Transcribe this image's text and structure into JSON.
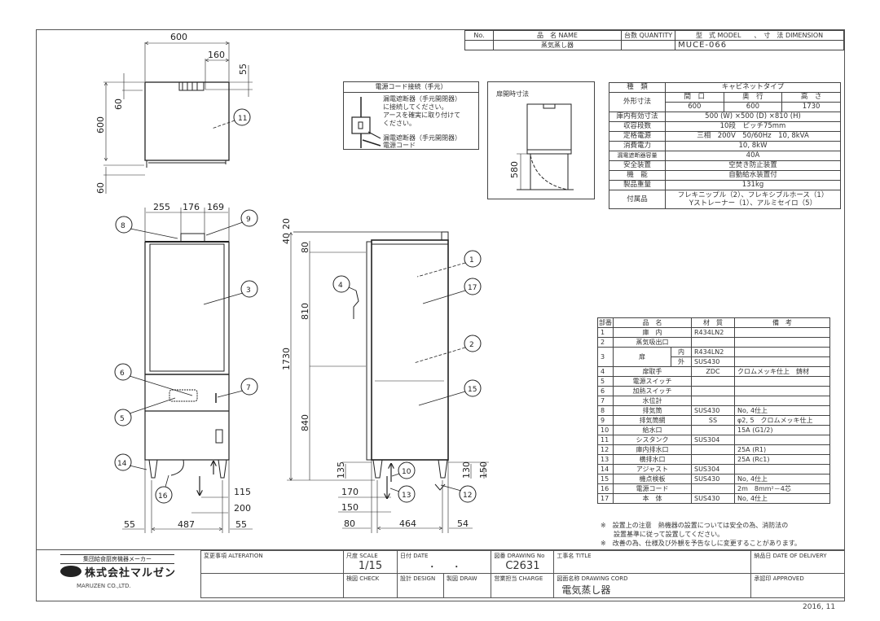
{
  "header": {
    "col_no": "No.",
    "col_name": "品　名 NAME",
    "col_qty": "台数 QUANTITY",
    "col_model": "型　式 MODEL　　、　寸　法 DIMENSION",
    "row_no": "",
    "row_name": "蒸気蒸し器",
    "row_qty": "",
    "row_model": "MUCE-066"
  },
  "power_cord_box": {
    "title": "電源コード接続（手元）",
    "line1": "漏電遮断器（手元開閉器）",
    "line2": "に接続してください。",
    "line3": "アースを確実に取り付けて",
    "line4": "ください。",
    "label_breaker": "漏電遮断器（手元開閉器）",
    "label_cord": "電源コード"
  },
  "door_open_box": {
    "title": "扉開時寸法",
    "dim": "580"
  },
  "spec_table": {
    "rows": [
      {
        "label": "種　類",
        "value": "キャビネットタイプ"
      },
      {
        "label": "外形寸法",
        "sub_headers": [
          "間　口",
          "奥　行",
          "高　さ"
        ],
        "sub_values": [
          "600",
          "600",
          "1730"
        ]
      },
      {
        "label": "庫内有効寸法",
        "value": "500 (W) ×500 (D) ×810 (H)"
      },
      {
        "label": "収容段数",
        "value": "10段　ピッチ75mm"
      },
      {
        "label": "定格電源",
        "value": "三相　200V　50/60Hz　10, 8kVA"
      },
      {
        "label": "消費電力",
        "value": "10, 8kW"
      },
      {
        "label": "漏電遮断器容量",
        "value": "40A"
      },
      {
        "label": "安全装置",
        "value": "空焚き防止装置"
      },
      {
        "label": "機　能",
        "value": "自動給水装置付"
      },
      {
        "label": "製品重量",
        "value": "131kg"
      },
      {
        "label": "付属品",
        "value": "フレキニップル（2）、フレキシブルホース（1）",
        "value2": "Yストレーナー（1）、アルミセイロ（5）"
      }
    ]
  },
  "parts_table": {
    "headers": [
      "部番",
      "品　名",
      "材　質",
      "備　考"
    ],
    "rows": [
      {
        "no": "1",
        "name": "庫　内",
        "sub": "",
        "material": "R434LN2",
        "note": ""
      },
      {
        "no": "2",
        "name": "蒸気吸出口",
        "sub": "",
        "material": "",
        "note": ""
      },
      {
        "no": "3",
        "name": "扉",
        "sub": "内",
        "material": "R434LN2",
        "note": ""
      },
      {
        "no": "",
        "name": "",
        "sub": "外",
        "material": "SUS430",
        "note": ""
      },
      {
        "no": "4",
        "name": "扉取手",
        "sub": "",
        "material": "ZDC",
        "note": "クロムメッキ仕上　鋳材"
      },
      {
        "no": "5",
        "name": "電源スイッチ",
        "sub": "",
        "material": "",
        "note": ""
      },
      {
        "no": "6",
        "name": "加熱スイッチ",
        "sub": "",
        "material": "",
        "note": ""
      },
      {
        "no": "7",
        "name": "水位計",
        "sub": "",
        "material": "",
        "note": ""
      },
      {
        "no": "8",
        "name": "排気筒",
        "sub": "",
        "material": "SUS430",
        "note": "No, 4仕上"
      },
      {
        "no": "9",
        "name": "排気筒網",
        "sub": "",
        "material": "SS",
        "note": "φ2, 5　クロムメッキ仕上"
      },
      {
        "no": "10",
        "name": "給水口",
        "sub": "",
        "material": "",
        "note": "15A (G1/2)"
      },
      {
        "no": "11",
        "name": "シスタンク",
        "sub": "",
        "material": "SUS304",
        "note": ""
      },
      {
        "no": "12",
        "name": "庫内排水口",
        "sub": "",
        "material": "",
        "note": "25A (R1)"
      },
      {
        "no": "13",
        "name": "横排水口",
        "sub": "",
        "material": "",
        "note": "25A (Rc1)"
      },
      {
        "no": "14",
        "name": "アジャスト",
        "sub": "",
        "material": "SUS304",
        "note": ""
      },
      {
        "no": "15",
        "name": "機点検板",
        "sub": "",
        "material": "SUS430",
        "note": "No, 4仕上"
      },
      {
        "no": "16",
        "name": "電源コード",
        "sub": "",
        "material": "",
        "note": "2m　8mm²－4芯"
      },
      {
        "no": "17",
        "name": "本　体",
        "sub": "",
        "material": "SUS430",
        "note": "No, 4仕上"
      }
    ],
    "note1": "※　設置上の注意　熱機器の設置については安全の為、消防法の",
    "note1b": "　　設置基準に従って設置してください。",
    "note2": "※　改善の為、仕様及び外観を予告なしに変更することがあります。"
  },
  "top_view": {
    "dim_width": "600",
    "dim_160": "160",
    "dim_55": "55",
    "dim_60_top": "60",
    "dim_depth": "600",
    "dim_60_bottom": "60",
    "callout": "11"
  },
  "front_view": {
    "dim_255": "255",
    "dim_176": "176",
    "dim_169": "169",
    "dim_115": "115",
    "dim_200": "200",
    "dim_55_left": "55",
    "dim_487": "487",
    "dim_55_right": "55",
    "callouts": [
      "8",
      "9",
      "3",
      "6",
      "7",
      "5",
      "14",
      "16"
    ]
  },
  "side_view": {
    "dim_20": "20",
    "dim_40": "40",
    "dim_80": "80",
    "dim_810": "810",
    "dim_1730": "1730",
    "dim_840": "840",
    "dim_135": "135",
    "dim_130": "130",
    "dim_150_r": "150",
    "dim_170": "170",
    "dim_150": "150",
    "dim_80_b": "80",
    "dim_464": "464",
    "dim_54": "54",
    "callouts": [
      "1",
      "17",
      "4",
      "2",
      "15",
      "10",
      "13",
      "12"
    ]
  },
  "title_block": {
    "maker_caption": "集団給食厨房機器メーカー",
    "company_name": "株式会社マルゼン",
    "company_en": "MARUZEN CO.,LTD.",
    "alteration_label": "変更事項 ALTERATION",
    "scale_label": "尺度 SCALE",
    "scale_value": "1/15",
    "date_label": "日付 DATE",
    "date_value": "・　　・",
    "drawing_no_label": "図番 DRAWING No",
    "drawing_no_value": "C2631",
    "title_label": "工事名 TITLE",
    "delivery_label": "納品日 DATE OF DELIVERY",
    "check_label": "検図 CHECK",
    "design_label": "設計 DESIGN",
    "drawn_label": "製図 DRAW",
    "charge_label": "営業担当 CHARGE",
    "drawing_cord_label": "図面名称 DRAWING CORD",
    "drawing_cord_value": "電気蒸し器",
    "approved_label": "承認印 APPROVED",
    "issue_date": "2016, 11"
  }
}
